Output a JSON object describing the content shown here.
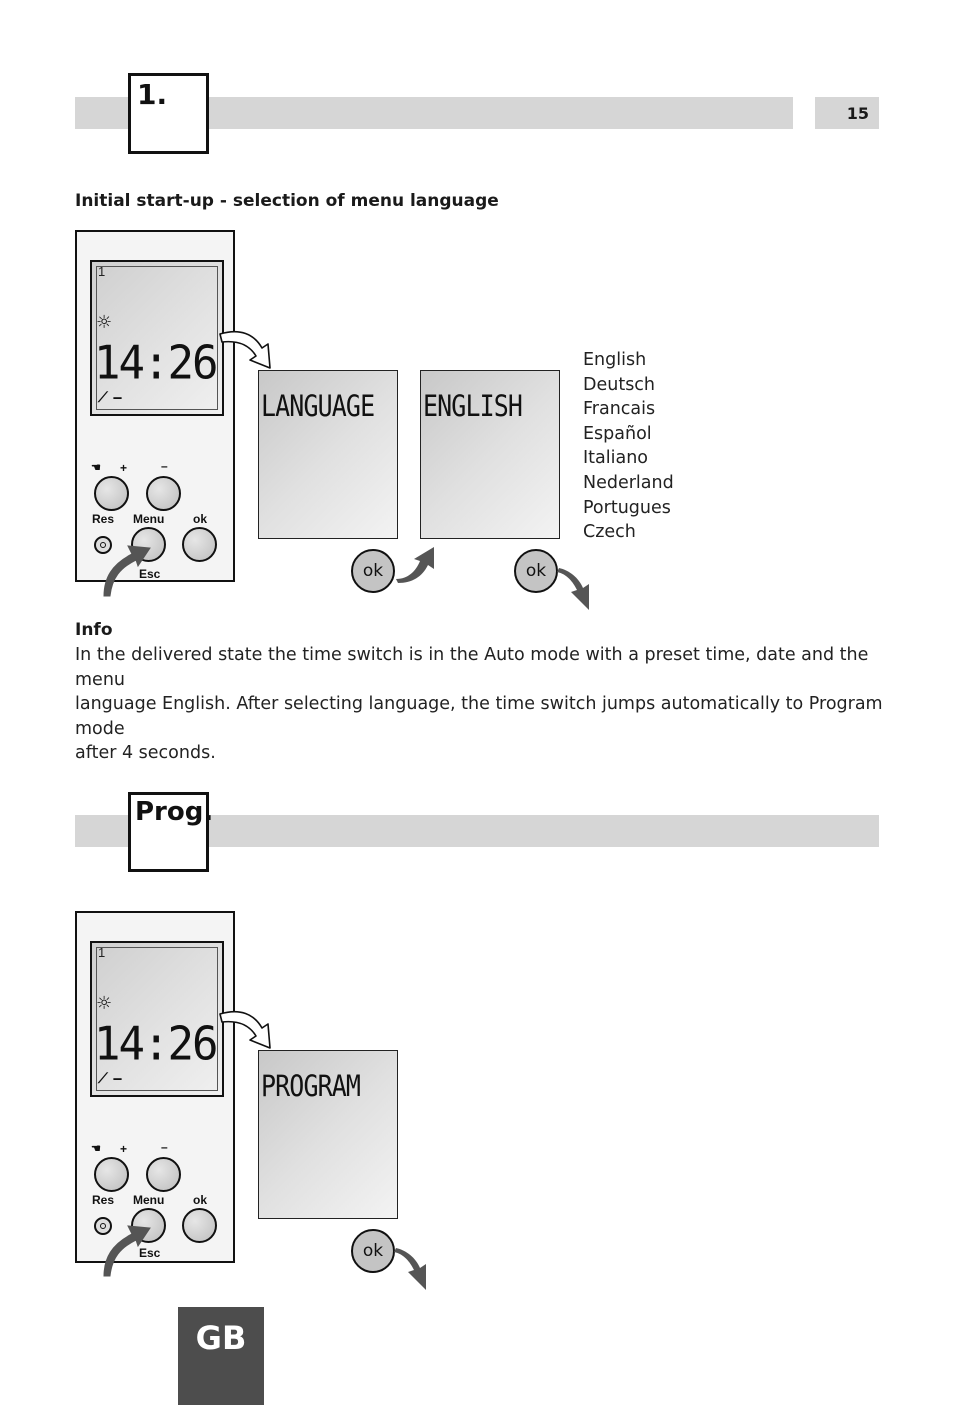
{
  "header": {
    "step_label": "1.",
    "page_number": "15"
  },
  "section1": {
    "heading": "Initial start-up - selection of menu language",
    "device": {
      "channel": "1",
      "time": "14:26",
      "buttons": {
        "plus": "+",
        "minus": "–",
        "res": "Res",
        "menu": "Menu",
        "ok": "ok",
        "esc": "Esc"
      }
    },
    "screen_1": "LANGUAGE",
    "screen_2": "ENGLISH",
    "ok_label_1": "ok",
    "ok_label_2": "ok",
    "languages": [
      "English",
      "Deutsch",
      "Francais",
      "Español",
      "Italiano",
      "Nederland",
      "Portugues",
      "Czech"
    ]
  },
  "info": {
    "heading": "Info",
    "line1": "In the delivered state the time switch is in the Auto mode with a preset time, date and the menu",
    "line2": "language English. After selecting language, the time switch jumps automatically to Program mode",
    "line3": "after 4 seconds."
  },
  "section2": {
    "step_label": "Prog.",
    "device": {
      "channel": "1",
      "time": "14:26",
      "buttons": {
        "plus": "+",
        "minus": "–",
        "res": "Res",
        "menu": "Menu",
        "ok": "ok",
        "esc": "Esc"
      }
    },
    "screen": "PROGRAM",
    "ok_label": "ok"
  },
  "footer": {
    "language_tab": "GB"
  },
  "colors": {
    "bar": "#d6d6d6",
    "tab": "#4d4d4d",
    "arrow": "#555555"
  }
}
